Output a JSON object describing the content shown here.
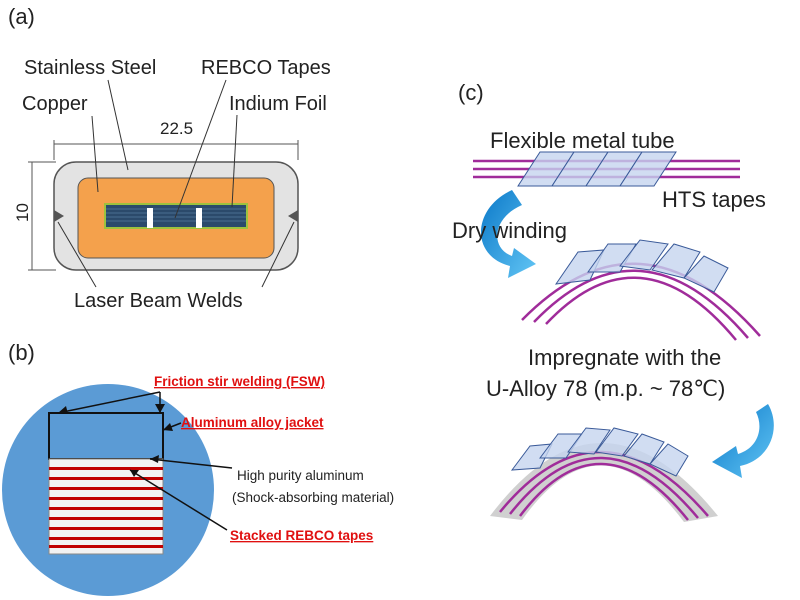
{
  "panel_a": {
    "tag": "(a)",
    "labels": {
      "stainless_steel": "Stainless Steel",
      "rebco_tapes": "REBCO Tapes",
      "copper": "Copper",
      "indium_foil": "Indium Foil",
      "width": "22.5",
      "height": "10",
      "laser_welds": "Laser Beam Welds"
    },
    "colors": {
      "steel": "#e3e3e3",
      "copper": "#f4a14c",
      "tapes": "#2b4a6b",
      "shim": "#9cc23e"
    }
  },
  "panel_b": {
    "tag": "(b)",
    "labels": {
      "fsw": "Friction stir welding (FSW)",
      "jacket": "Aluminum alloy jacket",
      "hpa_line1": "High purity aluminum",
      "hpa_line2": "(Shock-absorbing material)",
      "stacked": "Stacked REBCO tapes"
    },
    "colors": {
      "jacket": "#5b9bd5",
      "aluminum": "#f2f2f2",
      "tape": "#c00000",
      "annotation": "#e01010"
    }
  },
  "panel_c": {
    "tag": "(c)",
    "labels": {
      "flexible_tube": "Flexible metal tube",
      "hts_tapes": "HTS tapes",
      "dry_winding": "Dry winding",
      "impregnate_line1": "Impregnate with the",
      "impregnate_line2": "U-Alloy 78 (m.p. ~ 78℃)"
    },
    "colors": {
      "tube": "#a02c9a",
      "tape_fill": "#c6d4ef",
      "tape_edge": "#3a5a99",
      "arrow": "#1f9be0",
      "alloy": "#d0d0d0"
    }
  }
}
